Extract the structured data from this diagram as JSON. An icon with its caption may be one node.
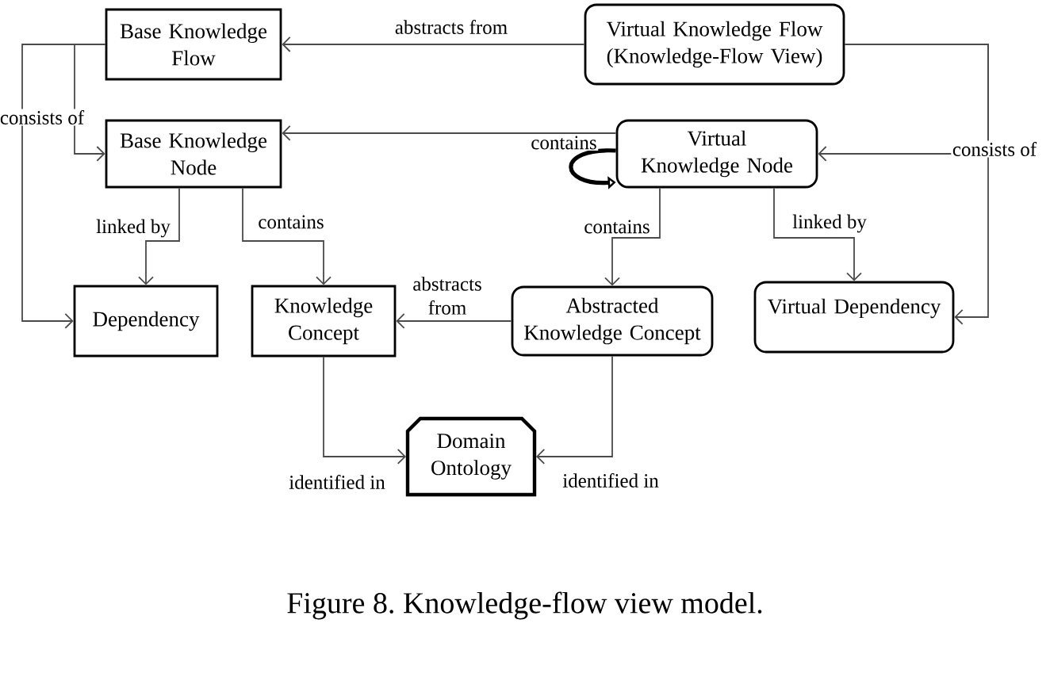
{
  "diagram": {
    "caption": "Figure 8. Knowledge-flow view model.",
    "nodes": [
      {
        "text": [
          "Base Knowledge Flow"
        ]
      },
      {
        "text": [
          "Virtual Knowledge Flow (Knowledge-Flow View)"
        ]
      },
      {
        "text": [
          "Base Knowledge Node"
        ]
      },
      {
        "text": [
          "Virtual Knowledge Node"
        ]
      },
      {
        "text": [
          "Dependency"
        ]
      },
      {
        "text": [
          "Knowledge Concept"
        ]
      },
      {
        "text": [
          "Abstracted Knowledge Concept"
        ]
      },
      {
        "text": [
          "Virtual Dependency"
        ]
      },
      {
        "text": [
          "Domain Ontology"
        ]
      }
    ],
    "edges": [
      {
        "from": 1,
        "to": 0,
        "arrow": "to",
        "label": "abstracts from"
      },
      {
        "from": 0,
        "to": 2,
        "arrow": "to",
        "label": "consists of"
      },
      {
        "from": 0,
        "to": 4,
        "arrow": "to"
      },
      {
        "from": 1,
        "to": 3,
        "arrow": "to",
        "label": "consists of"
      },
      {
        "from": 1,
        "to": 7,
        "arrow": "to"
      },
      {
        "from": 3,
        "to": 2,
        "arrow": "to",
        "label": "contains"
      },
      {
        "from": 3,
        "to": 3,
        "arrow": "to",
        "style": "thick"
      },
      {
        "from": 2,
        "to": 4,
        "arrow": "to",
        "label": "linked by"
      },
      {
        "from": 2,
        "to": 5,
        "arrow": "to",
        "label": "contains"
      },
      {
        "from": 3,
        "to": 6,
        "arrow": "to",
        "label": "contains"
      },
      {
        "from": 3,
        "to": 7,
        "arrow": "to",
        "label": "linked by"
      },
      {
        "from": 6,
        "to": 5,
        "arrow": "to",
        "label": "abstracts from"
      },
      {
        "from": 5,
        "to": 8,
        "arrow": "to",
        "label": "identified in"
      },
      {
        "from": 6,
        "to": 8,
        "arrow": "to",
        "label": "identified in"
      }
    ]
  }
}
